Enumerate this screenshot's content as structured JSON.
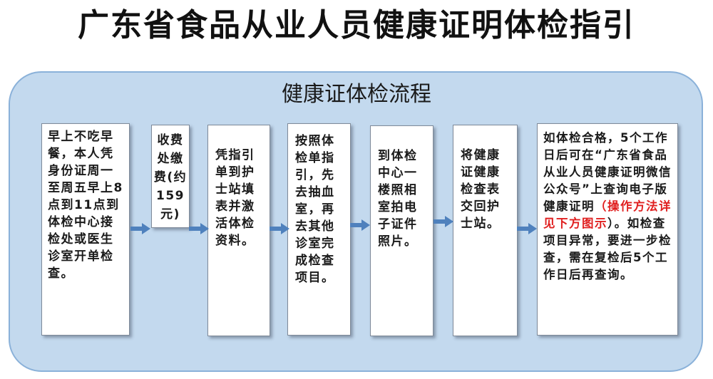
{
  "title": "广东省食品从业人员健康证明体检指引",
  "panel_title": "健康证体检流程",
  "steps": [
    {
      "text": "早上不吃早餐，本人凭身份证周一至周五早上8点到11点到体检中心接检处或医生诊室开单检查。"
    },
    {
      "text": "收费处缴费(约159元)"
    },
    {
      "text": "凭指引单到护士站填表并激活体检资料。"
    },
    {
      "text": "按照体检单指引，先去抽血室，再去其他诊室完成检查项目。"
    },
    {
      "text": "到体检中心一楼照相室拍电子证件照片。"
    },
    {
      "text": "将健康证健康检查表交回护士站。"
    },
    {
      "text_before": "如体检合格，5个工作日后可在“广东省食品从业人员健康证明微信公众号”上查询电子版健康证明",
      "text_red": "（操作方法详见下方图示",
      "text_after": "）。如检查项目异常，要进一步检查，需在复检后5个工作日后再查询。"
    }
  ],
  "colors": {
    "panel_bg": "#c3d9ee",
    "panel_border": "#8ab1d9",
    "arrow": "#4f81bd",
    "highlight": "#e02020"
  },
  "icons": {
    "connector": "arrow-right-icon"
  }
}
